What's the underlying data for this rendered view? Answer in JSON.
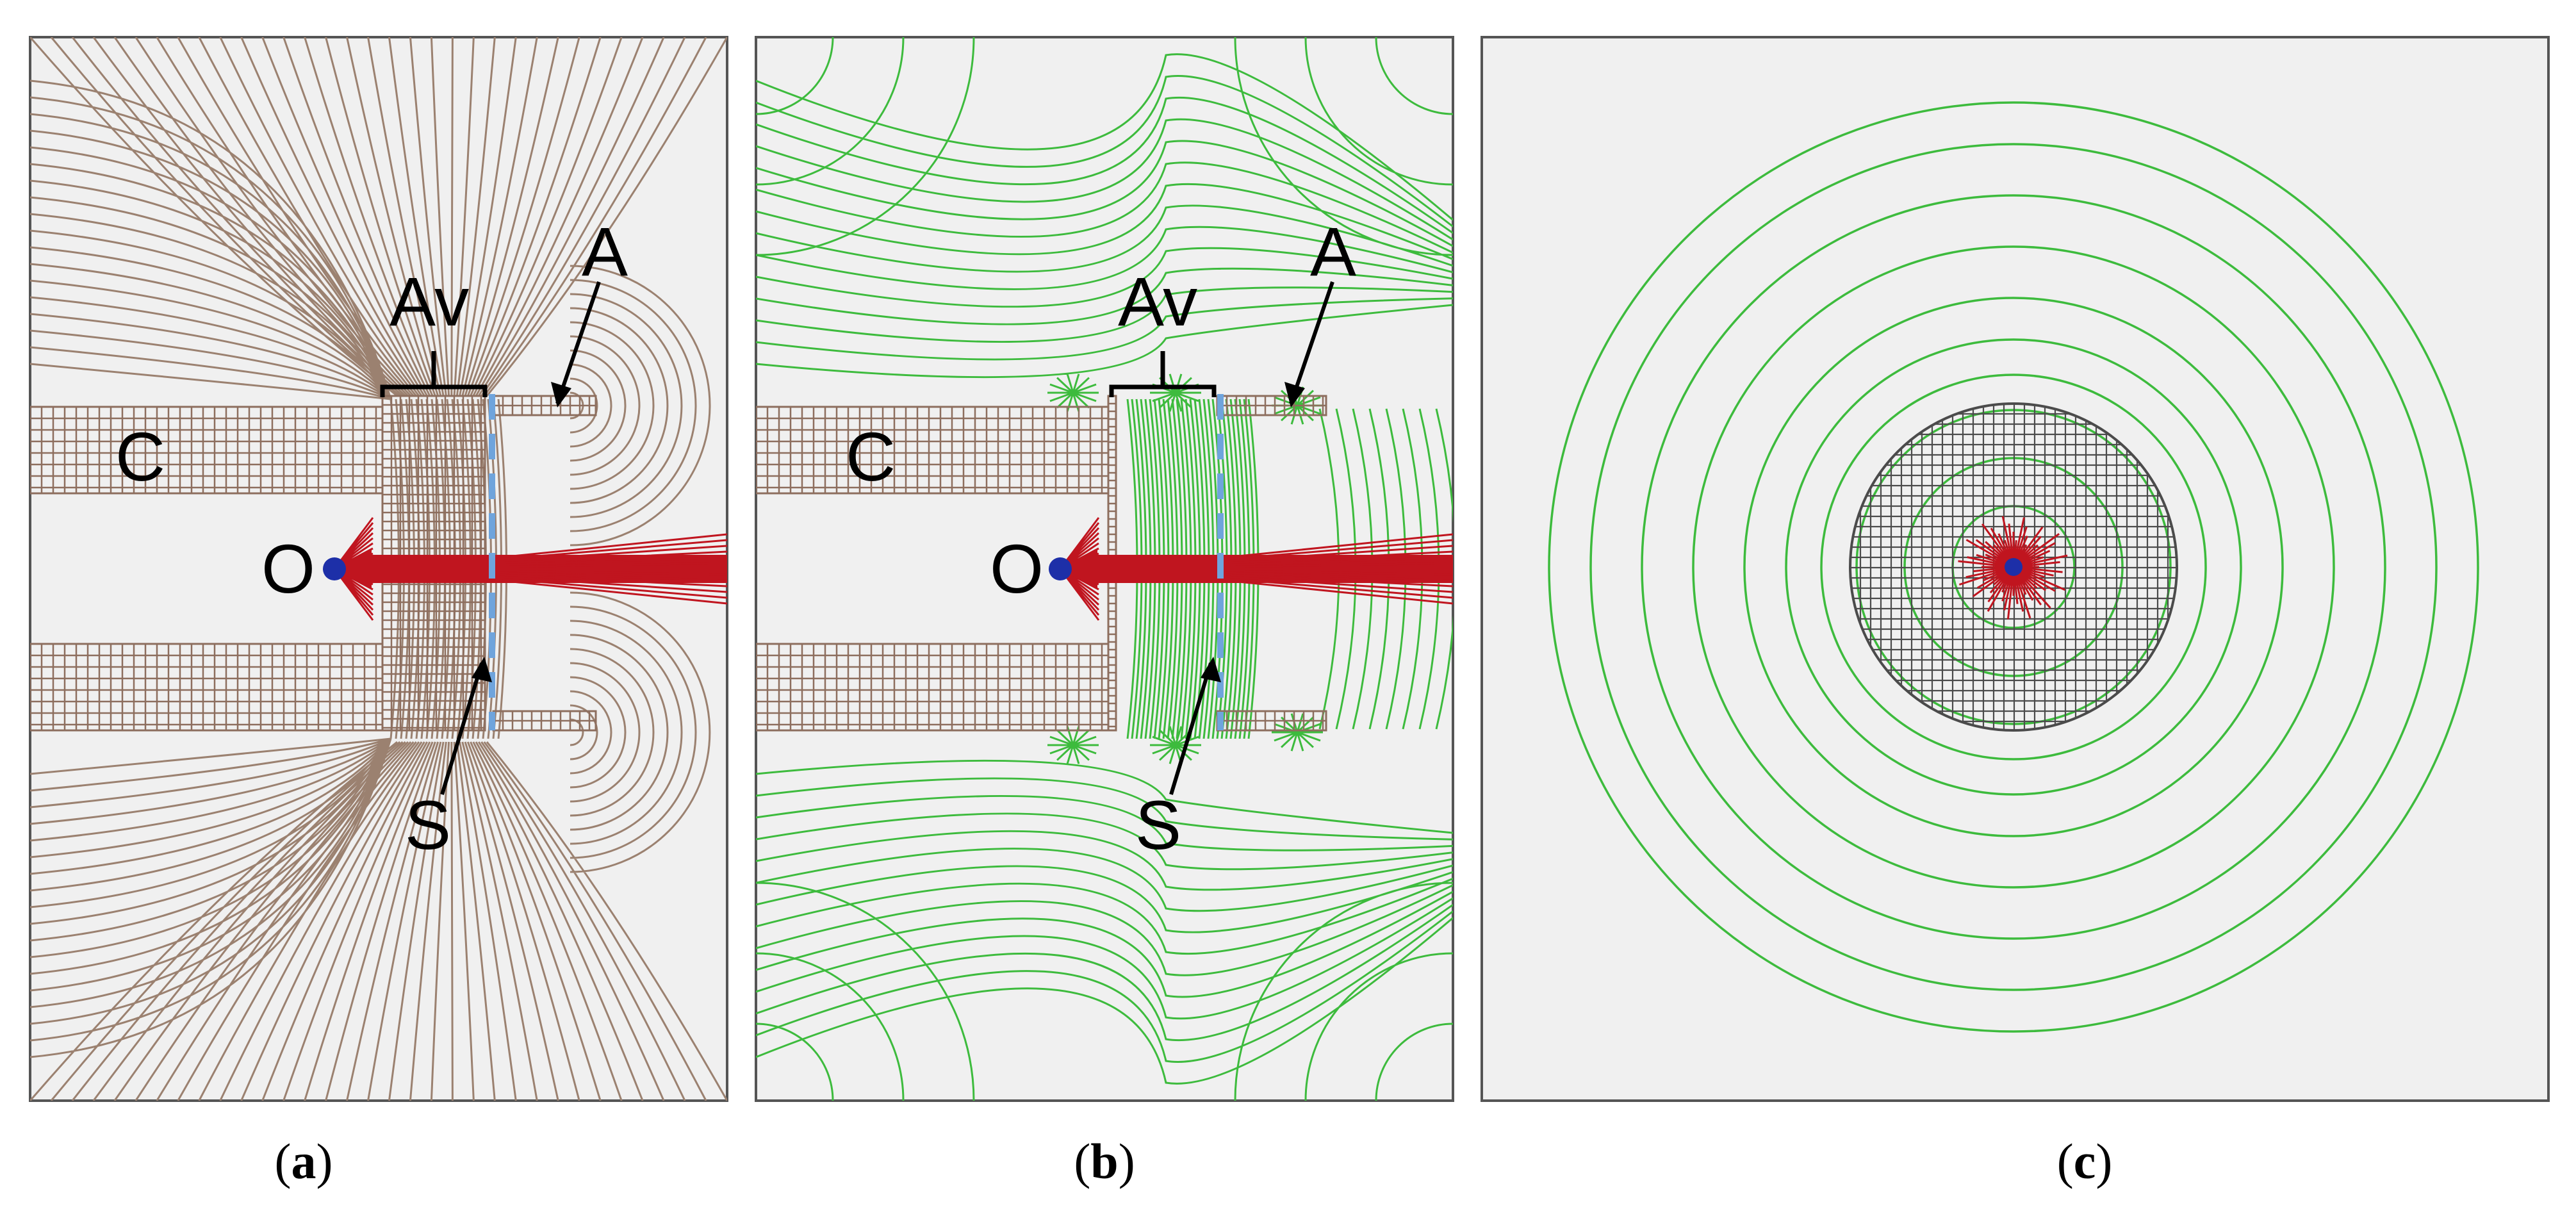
{
  "panels": [
    {
      "id": "a",
      "caption": "a",
      "labels": {
        "A": "A",
        "Av": "Av",
        "C": "C",
        "O": "O",
        "S": "S"
      },
      "field_line_color": "#9b8170",
      "mesh_color": "#8d6e5e"
    },
    {
      "id": "b",
      "caption": "b",
      "labels": {
        "A": "A",
        "Av": "Av",
        "C": "C",
        "O": "O",
        "S": "S"
      },
      "field_line_color": "#3dbb3d",
      "mesh_color": "#8d6e5e"
    },
    {
      "id": "c",
      "caption": "c",
      "field_line_color": "#3dbb3d",
      "mesh_color": "#4b4b4b"
    }
  ],
  "colors": {
    "background": "#f0f0f0",
    "beam": "#c0151f",
    "source": "#1d2fa8",
    "dashed_plane": "#6fa4dc",
    "frame": "#555555"
  }
}
